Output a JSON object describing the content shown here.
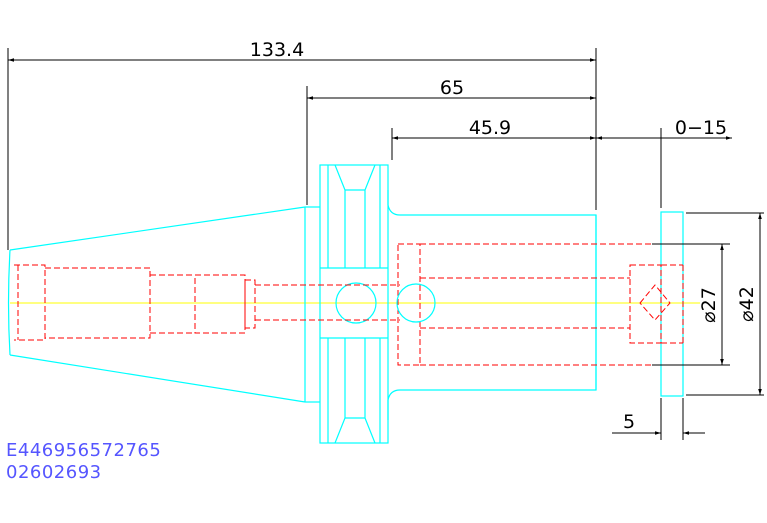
{
  "dimensions": {
    "overall_length": "133.4",
    "length_65": "65",
    "length_45_9": "45.9",
    "adjust_range": "0−15",
    "dia_27": "⌀27",
    "dia_42": "⌀42",
    "thickness_5": "5"
  },
  "part_number": "E446956572765",
  "code": "02602693",
  "colors": {
    "outline": "#00ffff",
    "hidden": "#ff0000",
    "centerline": "#ffff00",
    "dimension": "#000000",
    "part_text": "#5555ff"
  }
}
